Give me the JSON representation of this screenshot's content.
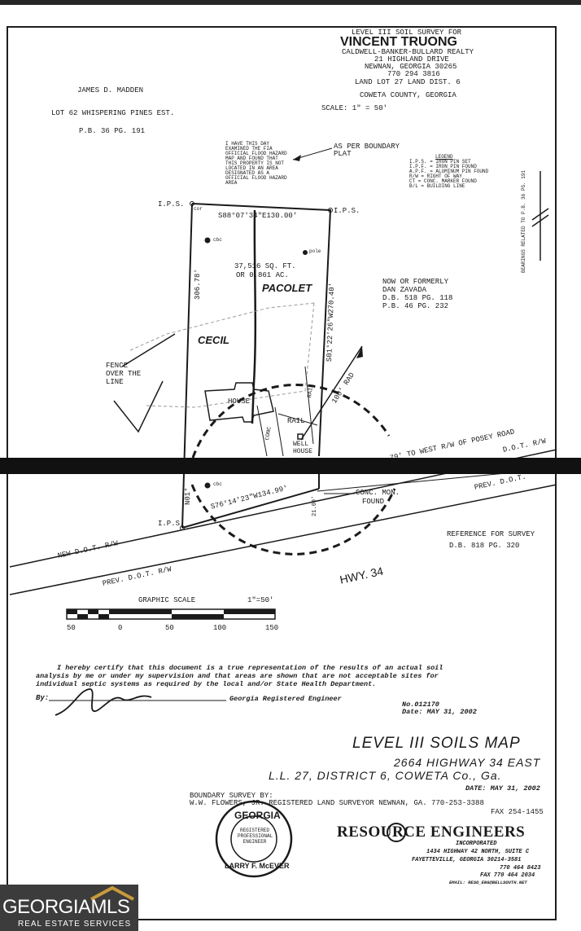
{
  "title_block": {
    "line1": "LEVEL III SOIL SURVEY FOR",
    "line2": "VINCENT TRUONG",
    "line3": "CALDWELL-BANKER-BULLARD REALTY",
    "line4": "21 HIGHLAND DRIVE",
    "line5": "NEWNAN, GEORGIA 30265",
    "line6": "770 294 3816",
    "line7": "LAND LOT 27 LAND DIST. 6",
    "line8": "COWETA COUNTY, GEORGIA",
    "scale": "SCALE: 1\" = 50'"
  },
  "left_owner": {
    "name": "JAMES D. MADDEN",
    "lot": "LOT 62 WHISPERING PINES EST.",
    "book": "P.B. 36 PG. 191"
  },
  "flood_note": [
    "I HAVE THIS DAY",
    "EXAMINED THE FIA",
    "OFFICIAL FLOOD HAZARD",
    "MAP AND FOUND THAT",
    "THIS PROPERTY IS NOT",
    "LOCATED IN AN AREA",
    "DESIGNATED AS A",
    "OFFICIAL FLOOD HAZARD",
    "AREA"
  ],
  "boundary_plat": [
    "AS PER BOUNDARY",
    "PLAT"
  ],
  "legend": {
    "title": "LEGEND",
    "items": [
      "I.P.S. = IRON PIN SET",
      "I.P.F. = IRON PIN FOUND",
      "A.P.F. = ALUMINUM PIN FOUND",
      "R/W = RIGHT OF WAY",
      "CT = CONC. MARKER FOUND",
      "B/L = BUILDING LINE"
    ]
  },
  "bearings_note": "BEARINGS RELATED TO P.B. 36 PG. 191",
  "map_labels": {
    "ips_left": "I.P.S.",
    "ips_right": "I.P.S.",
    "ips_bottom": "I.P.S",
    "cor": "cor",
    "top_bearing": "S88°07'34\"E130.00'",
    "area_sqft": "37,516 SQ. FT.",
    "area_ac": "OR 0.861 AC.",
    "left_dim": "306.78'",
    "right_bearing": "S01°22'26\"W270.40'",
    "pacolet": "PACOLET",
    "cecil": "CECIL",
    "house": "HOUSE",
    "conc": "CONC",
    "rail_v": "RAIL",
    "rail_h": "RAIL",
    "rad": "100' RAD",
    "well1": "WELL",
    "well2": "HOUSE",
    "cbc1": "cbc",
    "cbc2": "cbc",
    "pole": "pole",
    "fence": [
      "FENCE",
      "OVER THE",
      "LINE"
    ],
    "posey": "79' TO WEST R/W OF POSEY ROAD",
    "dot_top": "D.O.T. R/W",
    "prev_dot_right": "PREV. D.O.T.",
    "new_dot": "NEW D.O.T. R/W",
    "prev_dot": "PREV. D.O.T. R/W",
    "bottom_bearing": "S76°14'23\"W134.99'",
    "conc_mon": [
      "CONC. MON.",
      "FOUND"
    ],
    "dim_21": "21.00'",
    "left_bearing_bottom": "N01°",
    "hwy": "HWY. 34"
  },
  "right_owner": {
    "line1": "NOW OR FORMERLY",
    "line2": "DAN ZAVADA",
    "line3": "D.B. 518 PG. 118",
    "line4": "P.B. 46 PG. 232"
  },
  "reference": {
    "line1": "REFERENCE FOR SURVEY",
    "line2": "D.B. 818 PG. 320"
  },
  "graphic_scale": {
    "title": "GRAPHIC SCALE",
    "ratio": "1\"=50'",
    "ticks": [
      "50",
      "0",
      "50",
      "100",
      "150"
    ]
  },
  "certification": {
    "line1": "I hereby certify that this document is a true representation of the results of an actual soil",
    "line2": "analysis by me or under my supervision and that areas are shown that are not acceptable sites for",
    "line3": "individual septic systems as required by the local and/or State Health Department.",
    "by": "By:",
    "engineer": "Georgia Registered Engineer",
    "number": "No.012170",
    "date": "Date: MAY 31, 2002"
  },
  "soils_title": {
    "line1": "LEVEL III SOILS MAP",
    "line2": "2664 HIGHWAY 34 EAST",
    "line3": "L.L. 27,  DISTRICT 6,  COWETA Co.,  Ga.",
    "date": "DATE: MAY 31, 2002"
  },
  "boundary_survey": {
    "line1": "BOUNDARY SURVEY BY:",
    "line2": "W.W. FLOWERS, JR. REGISTERED LAND SURVEYOR  NEWNAN, GA.  770-253-3388",
    "line3": "FAX 254-1455"
  },
  "seal": {
    "top": "GEORGIA",
    "bottom": "LARRY F. McEVER",
    "inner1": "REGISTERED",
    "inner2": "PROFESSIONAL",
    "inner3": "ENGINEER"
  },
  "company": {
    "name": "RESOURCE ENGINEERS",
    "inc": "INCORPORATED",
    "addr1": "1434 HIGHWAY 42 NORTH, SUITE C",
    "addr2": "FAYETTEVILLE, GEORGIA 30214-3581",
    "phone": "770 464 8423",
    "fax": "FAX 770 464 2034",
    "email": "EMAIL: RESO_ENG@BELLSOUTH.NET"
  },
  "logo": {
    "brand": "GEORGIAMLS",
    "sub": "REAL ESTATE SERVICES"
  },
  "colors": {
    "ink": "#1a1a1a",
    "band": "#111111",
    "logo_bg": "#3c3c3c"
  }
}
